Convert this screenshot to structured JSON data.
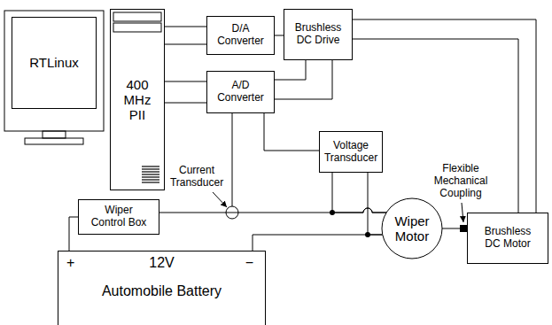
{
  "diagram": {
    "nodes": [
      {
        "text": [
          "RTLinux"
        ]
      },
      {
        "text": [
          "400 MHz PII"
        ]
      },
      {
        "text": [
          "D/A Converter"
        ]
      },
      {
        "text": [
          "Brushless DC Drive"
        ]
      },
      {
        "text": [
          "A/D Converter"
        ]
      },
      {
        "text": [
          "Voltage Transducer"
        ]
      },
      {
        "text": [
          "Wiper Control Box"
        ]
      },
      {
        "text": [
          "Wiper Motor"
        ]
      },
      {
        "text": [
          "Brushless DC Motor"
        ]
      },
      {
        "text": [
          "+",
          "12V",
          "−",
          "Automobile Battery"
        ]
      }
    ],
    "edges": [
      {
        "from": 1,
        "to": 2,
        "arrow": "none"
      },
      {
        "from": 1,
        "to": 2,
        "arrow": "none"
      },
      {
        "from": 1,
        "to": 4,
        "arrow": "none"
      },
      {
        "from": 1,
        "to": 4,
        "arrow": "none"
      },
      {
        "from": 2,
        "to": 3,
        "arrow": "none"
      },
      {
        "from": 4,
        "to": 3,
        "arrow": "none"
      },
      {
        "from": 4,
        "to": 3,
        "arrow": "none"
      },
      {
        "from": 3,
        "to": 8,
        "arrow": "none"
      },
      {
        "from": 3,
        "to": 8,
        "arrow": "none"
      },
      {
        "from": 4,
        "to": 5,
        "arrow": "none"
      },
      {
        "from": 9,
        "to": 6,
        "arrow": "none"
      },
      {
        "from": 6,
        "to": 7,
        "arrow": "none"
      },
      {
        "from": 9,
        "to": 7,
        "arrow": "none"
      },
      {
        "from": 5,
        "to": 7,
        "arrow": "none"
      },
      {
        "from": 5,
        "to": 7,
        "arrow": "none"
      },
      {
        "from": 7,
        "to": 8,
        "arrow": "none"
      }
    ],
    "labels": [
      "Current Transducer",
      "Flexible Mechanical Coupling"
    ]
  }
}
